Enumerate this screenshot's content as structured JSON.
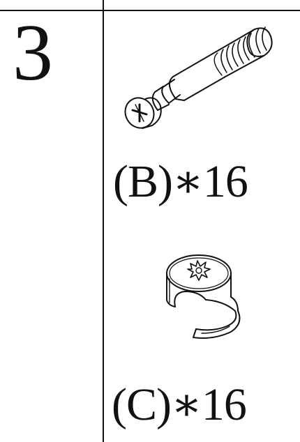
{
  "step": {
    "number": "3"
  },
  "parts": [
    {
      "label": "(B)∗16",
      "icon": "cam-bolt-icon"
    },
    {
      "label": "(C)∗16",
      "icon": "cam-lock-icon"
    }
  ]
}
